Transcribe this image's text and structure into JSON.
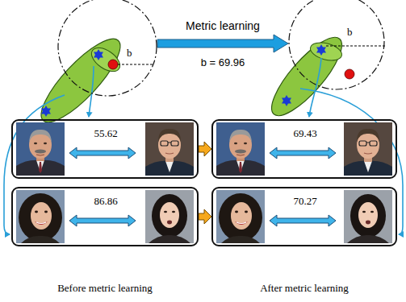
{
  "diagram": {
    "nodes": [
      {
        "text": [
          "b"
        ]
      },
      {
        "text": [
          "b"
        ]
      },
      {
        "text": [
          "55.62"
        ]
      },
      {
        "text": [
          "69.43"
        ]
      },
      {
        "text": [
          "86.86"
        ]
      },
      {
        "text": [
          "70.27"
        ]
      }
    ],
    "edges": [
      {
        "from": 0,
        "to": 1,
        "arrow": "to",
        "label": "Metric learning"
      },
      {
        "from": 2,
        "to": 3,
        "arrow": "to"
      },
      {
        "from": 4,
        "to": 5,
        "arrow": "to"
      }
    ],
    "labels": [
      "b = 69.96",
      "Before metric learning",
      "After metric learning"
    ]
  }
}
